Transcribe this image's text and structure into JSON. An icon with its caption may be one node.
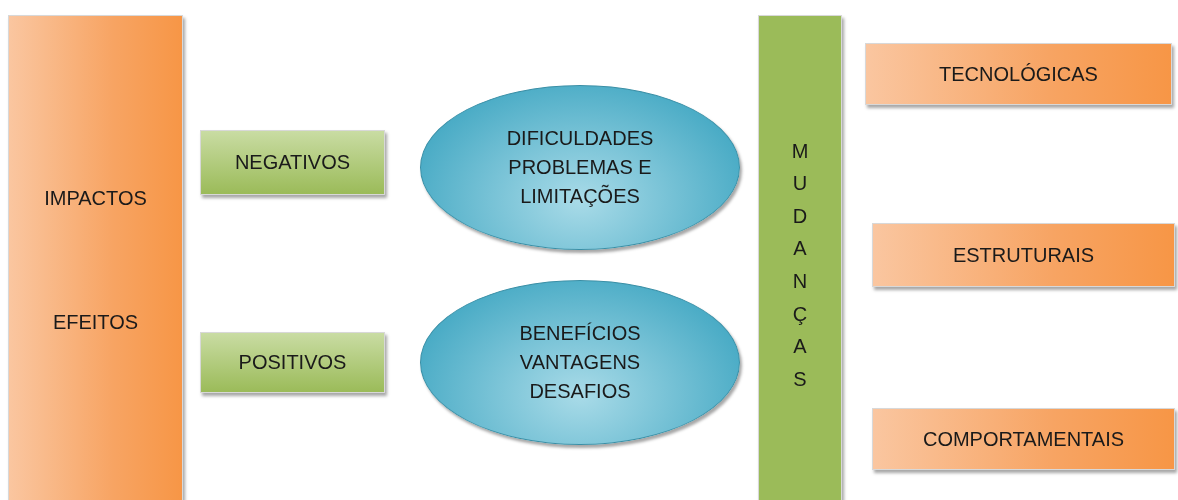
{
  "diagram": {
    "nodes": [
      {
        "text": [
          "IMPACTOS",
          "EFEITOS"
        ]
      },
      {
        "text": [
          "NEGATIVOS"
        ]
      },
      {
        "text": [
          "DIFICULDADES PROBLEMAS E LIMITAÇÕES"
        ]
      },
      {
        "text": [
          "POSITIVOS"
        ]
      },
      {
        "text": [
          "BENEFÍCIOS VANTAGENS DESAFIOS"
        ]
      },
      {
        "text": [
          "MUDANÇAS"
        ]
      },
      {
        "text": [
          "TECNOLÓGICAS"
        ]
      },
      {
        "text": [
          "ESTRUTURAIS"
        ]
      },
      {
        "text": [
          "COMPORTAMENTAIS"
        ]
      }
    ]
  }
}
